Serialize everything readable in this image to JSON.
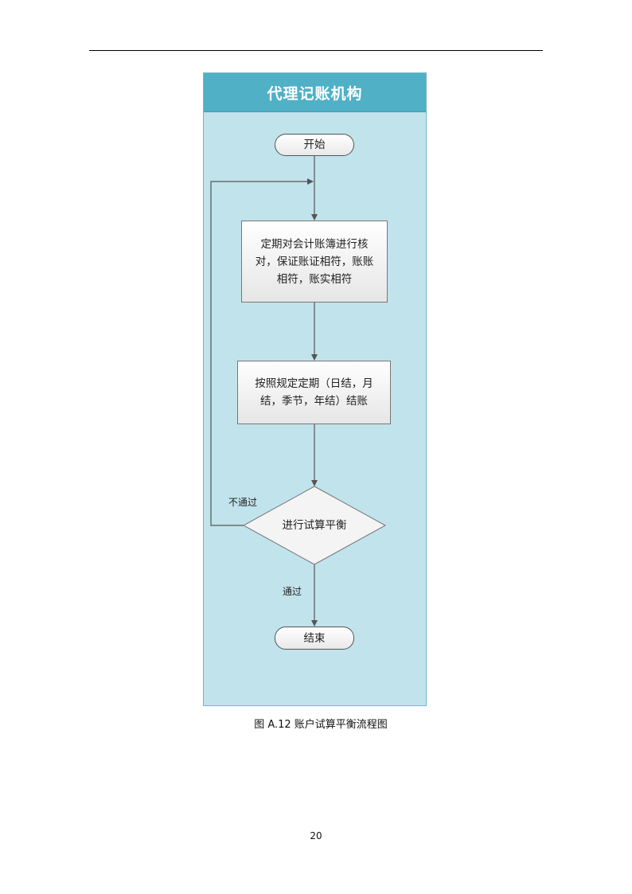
{
  "lane": {
    "title": "代理记账机构"
  },
  "nodes": {
    "start": "开始",
    "verify": "定期对会计账簿进行核对，保证账证相符，账账相符，账实相符",
    "closing": "按照规定定期（日结，月结，季节，年结）结账",
    "decision": "进行试算平衡",
    "end": "结束"
  },
  "edges": {
    "fail_label": "不通过",
    "pass_label": "通过"
  },
  "caption": "图 A.12  账户试算平衡流程图",
  "page_number": "20",
  "colors": {
    "lane_fill": "#c1e3eb",
    "lane_header": "#4fb0c6",
    "connector": "#555555"
  }
}
